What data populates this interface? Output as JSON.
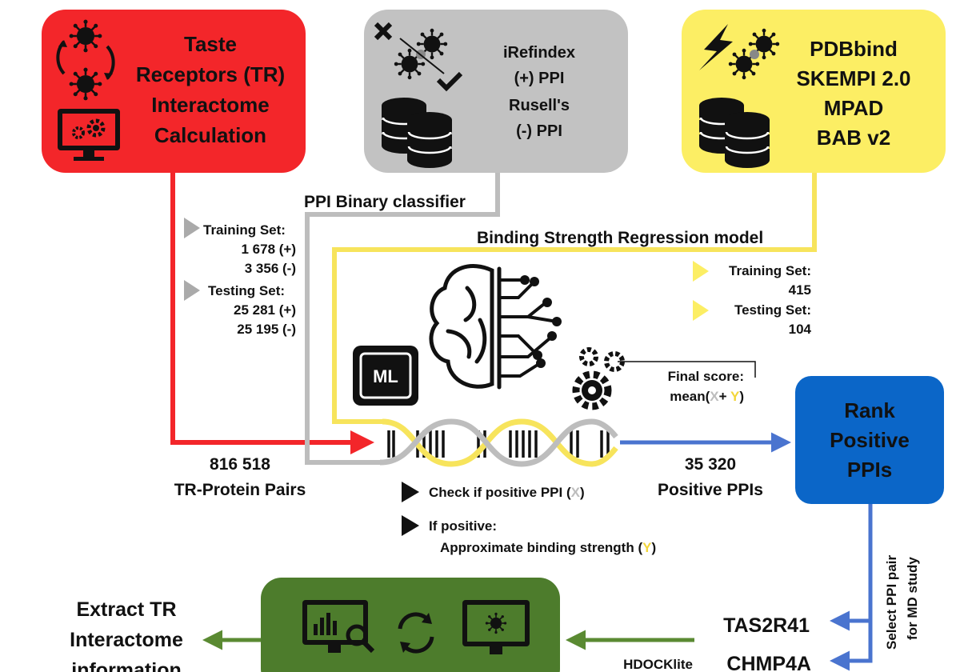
{
  "colors": {
    "red": "#f3262a",
    "gray": "#c2c2c2",
    "yellow": "#fcee64",
    "blue": "#0b66c8",
    "green": "#4d7c2c",
    "gray_line": "#bdbdbd",
    "yellow_line": "#f7e45c",
    "blue_line": "#4a74cf"
  },
  "boxes": {
    "taste_receptors": [
      "Taste",
      "Receptors (TR)",
      "Interactome",
      "Calculation"
    ],
    "irefindex": {
      "line1": "iRefindex",
      "line2": "(+) PPI",
      "line3": "Rusell's",
      "line4": "(-) PPI"
    },
    "pdbbind": [
      "PDBbind",
      "SKEMPI 2.0",
      "MPAD",
      "BAB v2"
    ],
    "rank": [
      "Rank",
      "Positive",
      "PPIs"
    ]
  },
  "labels": {
    "binary_classifier": "PPI Binary classifier",
    "regression_model": "Binding Strength Regression model",
    "final_score_line1": "Final score:",
    "final_score_prefix": "mean(",
    "final_score_x": "X",
    "final_score_plus": "+ ",
    "final_score_y": "Y",
    "final_score_suffix": ")",
    "ml": "ML"
  },
  "classifier_sets": {
    "training_label": "Training Set:",
    "training_pos": "1 678 (+)",
    "training_neg": "3 356 (-)",
    "testing_label": "Testing Set:",
    "testing_pos": "25 281 (+)",
    "testing_neg": "25 195 (-)"
  },
  "regression_sets": {
    "training_label": "Training Set:",
    "training_value": "415",
    "testing_label": "Testing Set:",
    "testing_value": "104"
  },
  "flow": {
    "pairs_count": "816 518",
    "pairs_label": "TR-Protein Pairs",
    "positive_count": "35 320",
    "positive_label": "Positive PPIs",
    "step1_text": "Check if positive PPI (",
    "step1_var": "X",
    "step1_close": ")",
    "step2_line1": "If positive:",
    "step2_line2": "Approximate binding strength (",
    "step2_var": "Y",
    "step2_close": ")",
    "select_line1": "Select PPI pair",
    "select_line2": "for MD study",
    "tas2r41": "TAS2R41",
    "chmp4a": "CHMP4A",
    "hdock": "HDOCKlite",
    "extract": [
      "Extract TR",
      "Interactome",
      "information"
    ]
  },
  "icons": [
    "virus-cycle-icon",
    "computer-gear-icon",
    "database-icon",
    "close-x-icon",
    "check-icon",
    "lightning-icon",
    "brain-circuit-icon",
    "gears-icon",
    "dna-helix-icon",
    "bar-chart-monitor-icon",
    "refresh-cycle-icon",
    "virus-monitor-icon"
  ]
}
